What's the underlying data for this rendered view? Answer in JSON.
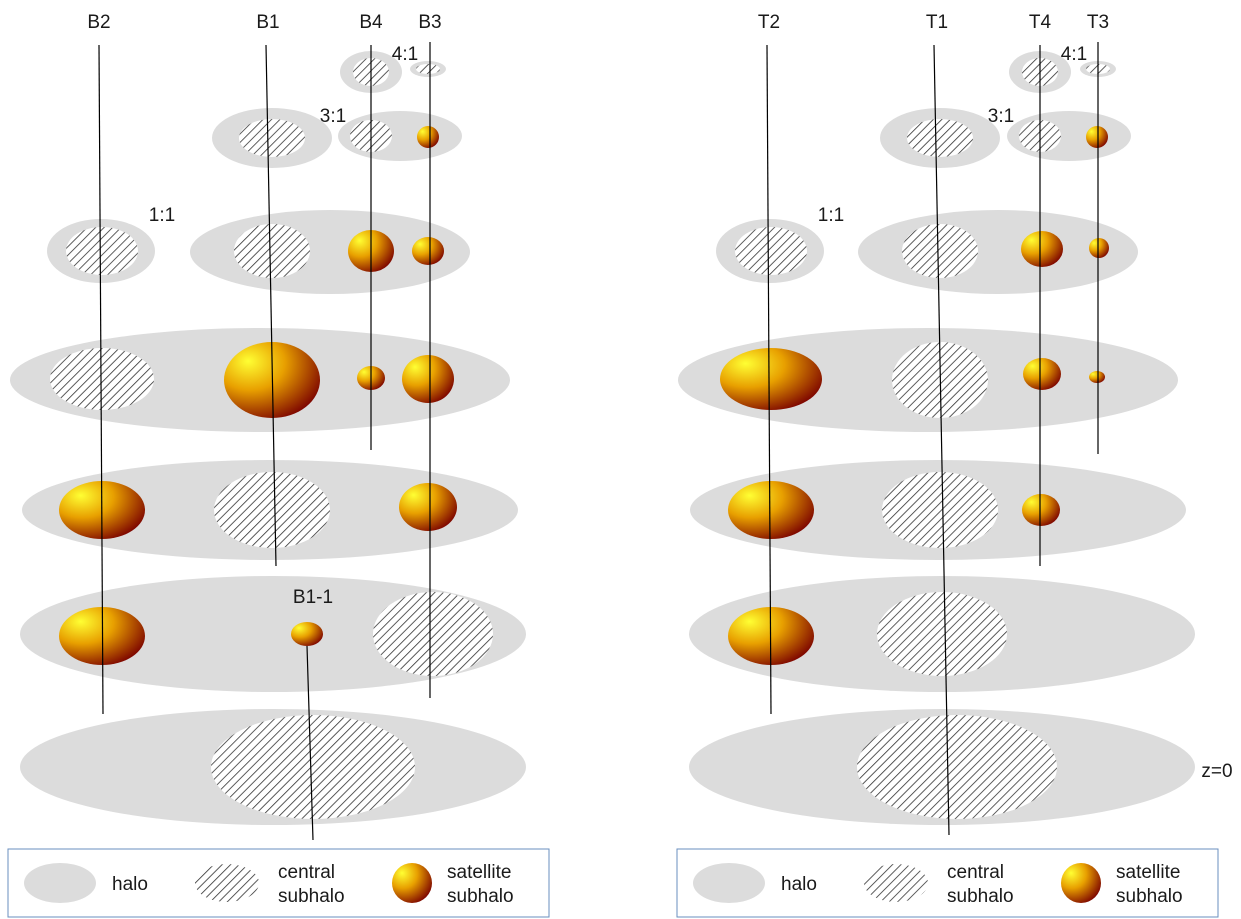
{
  "colors": {
    "halo": "#dcdcdc",
    "hatch": "#333333",
    "satellite_highlight": "#ffff33",
    "satellite_mid": "#e8a000",
    "satellite_dark": "#7a0000",
    "line": "#000000",
    "legend_border": "#6a8fbf"
  },
  "left_panel": {
    "tracks": {
      "b2": "B2",
      "b1": "B1",
      "b4": "B4",
      "b3": "B3"
    },
    "branch_label": "B1-1",
    "ratios": {
      "r41": "4:1",
      "r31": "3:1",
      "r11": "1:1"
    },
    "z0": ""
  },
  "right_panel": {
    "tracks": {
      "t2": "T2",
      "t1": "T1",
      "t4": "T4",
      "t3": "T3"
    },
    "ratios": {
      "r41": "4:1",
      "r31": "3:1",
      "r11": "1:1"
    },
    "z0": "z=0"
  },
  "legend": {
    "halo": "halo",
    "central_line1": "central",
    "central_line2": "subhalo",
    "satellite_line1": "satellite",
    "satellite_line2": "subhalo"
  }
}
